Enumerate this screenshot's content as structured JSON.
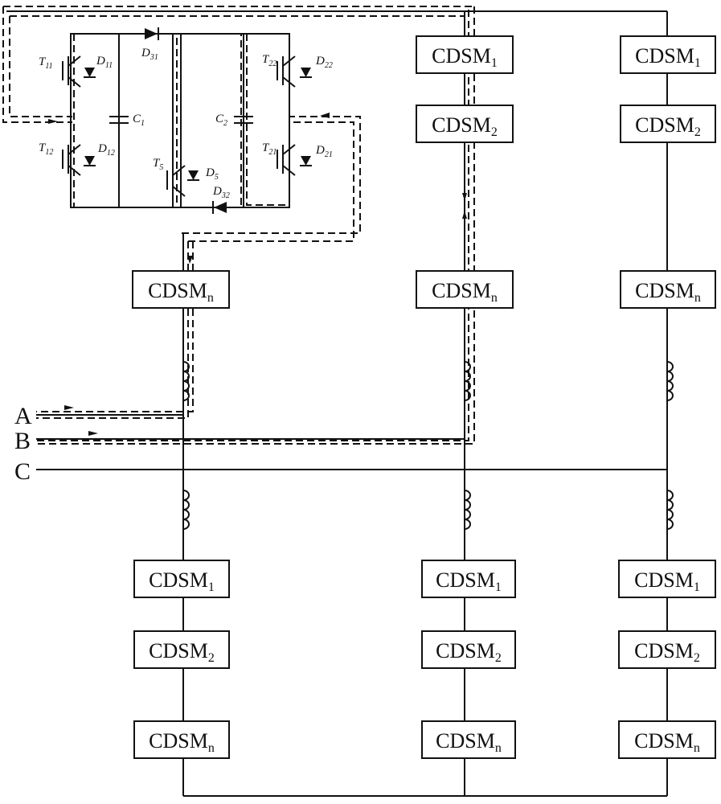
{
  "phases": [
    "A",
    "B",
    "C"
  ],
  "module_prefix": "CDSM",
  "upper_arm_modules": [
    "1",
    "2",
    "n"
  ],
  "lower_arm_modules": [
    "1",
    "2",
    "n"
  ],
  "components": {
    "transistors": [
      {
        "id": "T11",
        "base": "T",
        "sub": "11"
      },
      {
        "id": "T12",
        "base": "T",
        "sub": "12"
      },
      {
        "id": "T22",
        "base": "T",
        "sub": "22"
      },
      {
        "id": "T21",
        "base": "T",
        "sub": "21"
      },
      {
        "id": "T5",
        "base": "T",
        "sub": "5"
      }
    ],
    "diodes": [
      {
        "id": "D11",
        "base": "D",
        "sub": "11"
      },
      {
        "id": "D12",
        "base": "D",
        "sub": "12"
      },
      {
        "id": "D22",
        "base": "D",
        "sub": "22"
      },
      {
        "id": "D21",
        "base": "D",
        "sub": "21"
      },
      {
        "id": "D5",
        "base": "D",
        "sub": "5"
      },
      {
        "id": "D31",
        "base": "D",
        "sub": "31"
      },
      {
        "id": "D32",
        "base": "D",
        "sub": "32"
      }
    ],
    "capacitors": [
      {
        "id": "C1",
        "base": "C",
        "sub": "1"
      },
      {
        "id": "C2",
        "base": "C",
        "sub": "2"
      }
    ]
  }
}
